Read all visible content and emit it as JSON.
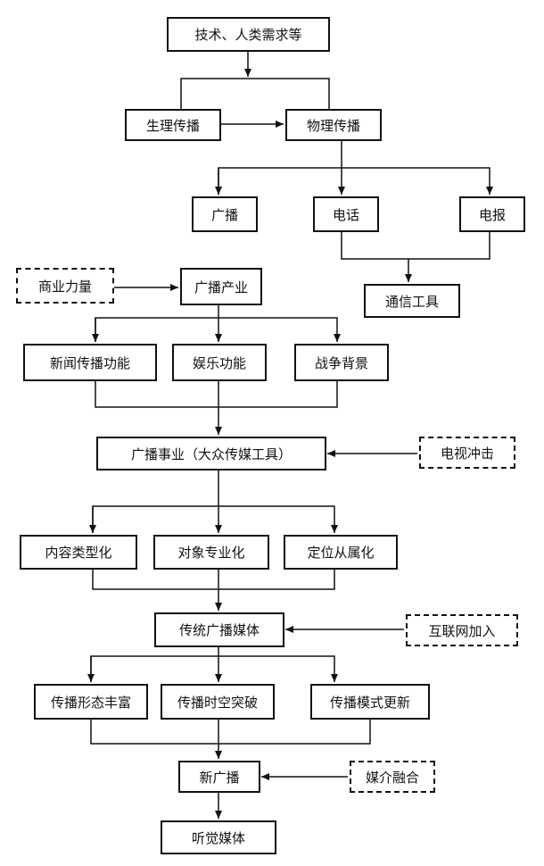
{
  "nodes": {
    "tech_needs": "技术、人类需求等",
    "physio": "生理传播",
    "physical": "物理传播",
    "broadcast": "广播",
    "phone": "电话",
    "telegraph": "电报",
    "comm_tools": "通信工具",
    "commercial": "商业力量",
    "broadcast_industry": "广播产业",
    "news_func": "新闻传播功能",
    "entertain_func": "娱乐功能",
    "war_bg": "战争背景",
    "broadcast_cause": "广播事业（大众传媒工具）",
    "tv_impact": "电视冲击",
    "content_type": "内容类型化",
    "audience_spec": "对象专业化",
    "position_sub": "定位从属化",
    "traditional": "传统广播媒体",
    "internet": "互联网加入",
    "form_rich": "传播形态丰富",
    "spacetime": "传播时空突破",
    "mode_update": "传播模式更新",
    "new_broadcast": "新广播",
    "media_fusion": "媒介融合",
    "audio_media": "听觉媒体"
  }
}
